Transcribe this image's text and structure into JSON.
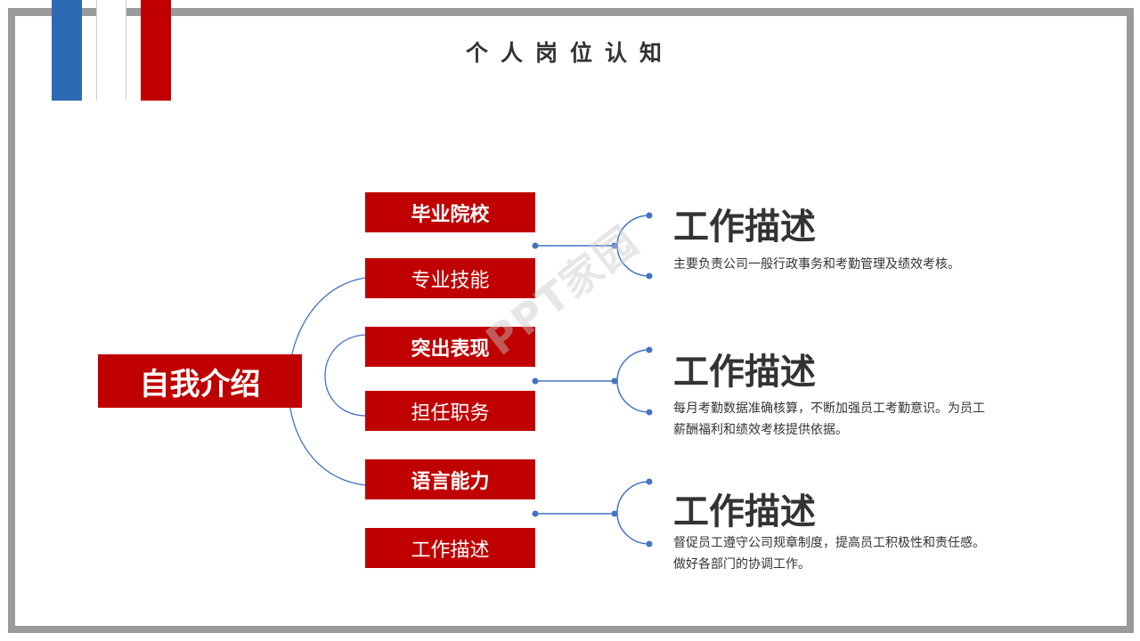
{
  "slide": {
    "title": "个人岗位认知"
  },
  "colors": {
    "accent_red": "#c00000",
    "accent_blue": "#2e6ab3",
    "connector_blue": "#4472c4",
    "frame_gray": "#9a9a9a"
  },
  "mindmap": {
    "root_label": "自我介绍",
    "items": [
      {
        "label": "毕业院校",
        "bold": true
      },
      {
        "label": "专业技能",
        "bold": false
      },
      {
        "label": "突出表现",
        "bold": true
      },
      {
        "label": "担任职务",
        "bold": false
      },
      {
        "label": "语言能力",
        "bold": true
      },
      {
        "label": "工作描述",
        "bold": false
      }
    ]
  },
  "descriptions": [
    {
      "title": "工作描述",
      "text": "主要负责公司一般行政事务和考勤管理及绩效考核。"
    },
    {
      "title": "工作描述",
      "text": "每月考勤数据准确核算，不断加强员工考勤意识。为员工薪酬福利和绩效考核提供依据。"
    },
    {
      "title": "工作描述",
      "text": "督促员工遵守公司规章制度，提高员工积极性和责任感。做好各部门的协调工作。"
    }
  ],
  "watermark": "PPT家园"
}
